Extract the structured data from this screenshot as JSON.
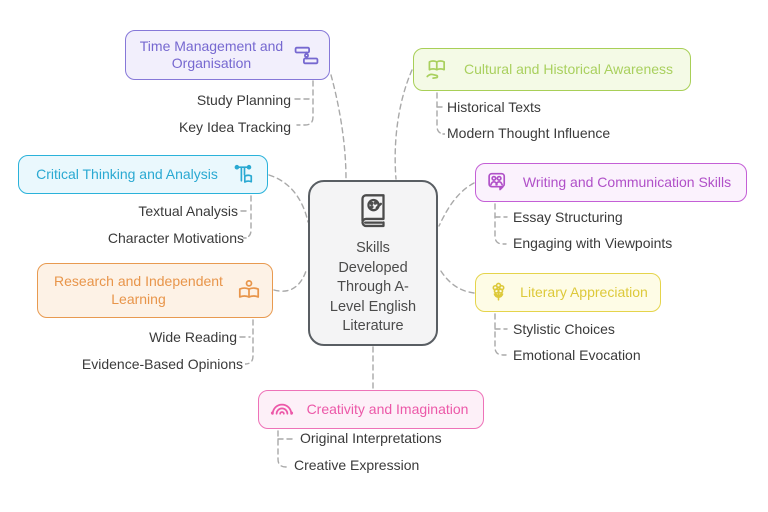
{
  "center": {
    "title": "Skills Developed Through A-Level English Literature",
    "icon": "book-palette-icon",
    "border_color": "#595e63",
    "fill_color": "#f4f4f5"
  },
  "connector_color": "#a9a9a9",
  "branches": [
    {
      "id": "time-management",
      "label": "Time Management and Organisation",
      "icon": "timeline-icon",
      "color": "#8678d8",
      "side": "left",
      "children": [
        "Study Planning",
        "Key Idea Tracking"
      ]
    },
    {
      "id": "critical-thinking",
      "label": "Critical Thinking and Analysis",
      "icon": "lectern-book-icon",
      "color": "#2ab2da",
      "side": "left",
      "children": [
        "Textual Analysis",
        "Character Motivations"
      ]
    },
    {
      "id": "research",
      "label": "Research and Independent Learning",
      "icon": "person-reading-icon",
      "color": "#e89a50",
      "side": "left",
      "children": [
        "Wide Reading",
        "Evidence-Based Opinions"
      ]
    },
    {
      "id": "cultural",
      "label": "Cultural and Historical Awareness",
      "icon": "hand-book-icon",
      "color": "#a8cf57",
      "side": "right",
      "children": [
        "Historical Texts",
        "Modern Thought Influence"
      ]
    },
    {
      "id": "writing",
      "label": "Writing and Communication Skills",
      "icon": "people-chat-icon",
      "color": "#c45fd6",
      "side": "right",
      "children": [
        "Essay Structuring",
        "Engaging with Viewpoints"
      ]
    },
    {
      "id": "literary",
      "label": "Literary Appreciation",
      "icon": "flower-icon",
      "color": "#e5d44b",
      "side": "right",
      "children": [
        "Stylistic Choices",
        "Emotional Evocation"
      ]
    },
    {
      "id": "creativity",
      "label": "Creativity and Imagination",
      "icon": "rainbow-icon",
      "color": "#ee72b8",
      "side": "bottom",
      "children": [
        "Original Interpretations",
        "Creative Expression"
      ]
    }
  ]
}
